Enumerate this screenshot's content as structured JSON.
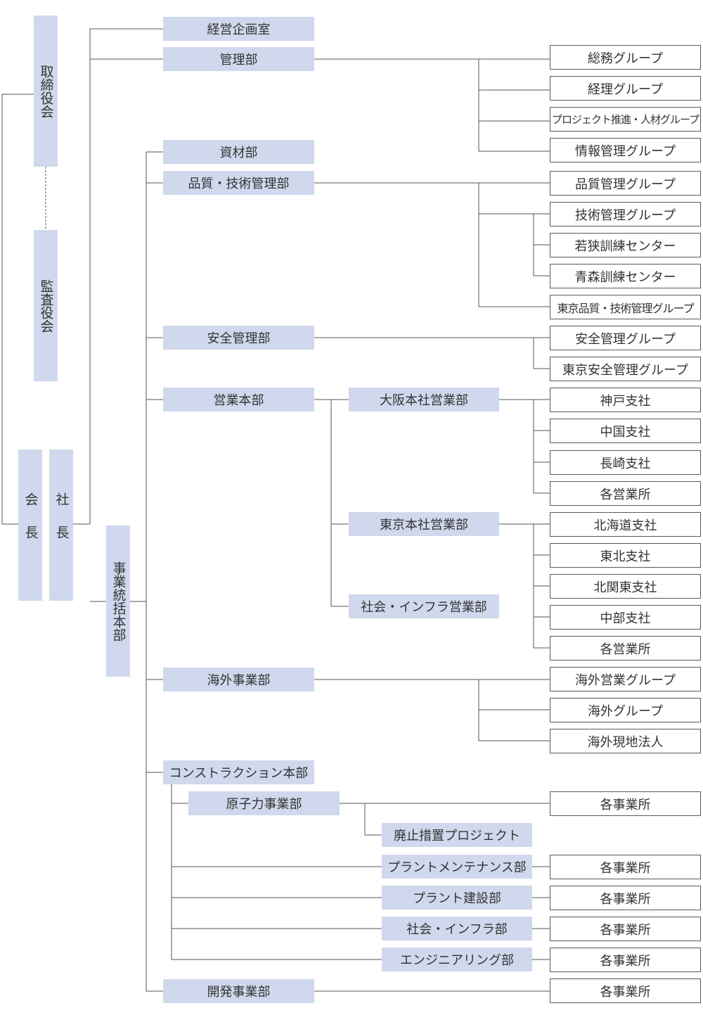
{
  "colors": {
    "box_fill": "#cfd8ec",
    "line": "#555555",
    "text": "#333333",
    "border": "#5a5a5a"
  },
  "top": {
    "chairman": "会長",
    "president": "社長",
    "board_of_directors": "取締役会",
    "audit_board": "監査役会"
  },
  "hq": {
    "corporate_planning": "経営企画室",
    "administration": "管理部",
    "business_hq": "事業統括本部"
  },
  "admin_groups": [
    "総務グループ",
    "経理グループ",
    "プロジェクト推進・人材グループ",
    "情報管理グループ"
  ],
  "divisions": {
    "materials": "資材部",
    "quality_tech": "品質・技術管理部",
    "safety": "安全管理部",
    "sales_hq": "営業本部",
    "overseas": "海外事業部",
    "construction_hq": "コンストラクション本部",
    "development": "開発事業部"
  },
  "quality_groups": [
    "品質管理グループ",
    "技術管理グループ",
    "若狭訓練センター",
    "青森訓練センター",
    "東京品質・技術管理グループ"
  ],
  "safety_groups": [
    "安全管理グループ",
    "東京安全管理グループ"
  ],
  "sales": {
    "osaka": "大阪本社営業部",
    "tokyo": "東京本社営業部",
    "infra": "社会・インフラ営業部",
    "osaka_branches": [
      "神戸支社",
      "中国支社",
      "長崎支社",
      "各営業所"
    ],
    "tokyo_branches": [
      "北海道支社",
      "東北支社",
      "北関東支社",
      "中部支社",
      "各営業所"
    ]
  },
  "overseas_groups": [
    "海外営業グループ",
    "海外グループ",
    "海外現地法人"
  ],
  "construction": {
    "nuclear": "原子力事業部",
    "decommissioning": "廃止措置プロジェクト",
    "plant_maintenance": "プラントメンテナンス部",
    "plant_construction": "プラント建設部",
    "social_infra": "社会・インフラ部",
    "engineering": "エンジニアリング部",
    "offices": [
      "各事業所",
      "各事業所",
      "各事業所",
      "各事業所",
      "各事業所"
    ]
  },
  "development_office": "各事業所"
}
